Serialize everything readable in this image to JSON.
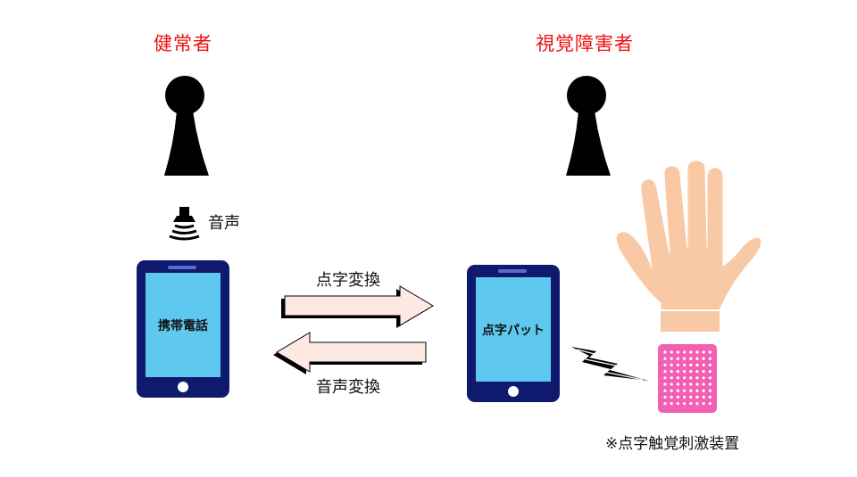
{
  "labels": {
    "hearing_person": "健常者",
    "visually_impaired": "視覚障害者",
    "voice": "音声",
    "braille_conversion": "点字変換",
    "voice_conversion": "音声変換",
    "device_note": "※点字触覚刺激装置"
  },
  "devices": {
    "phone": "携帯電話",
    "braille_pad": "点字パット"
  },
  "colors": {
    "accent_red": "#ee1111",
    "device_frame": "#0f1a6e",
    "device_screen": "#5ec8ef",
    "arrow_fill": "#fde9e4",
    "hand": "#f9c9a6",
    "pad": "#f25fb3"
  },
  "icons": {
    "speaker": "speaker-icon",
    "signal": "signal-lightning-icon"
  }
}
